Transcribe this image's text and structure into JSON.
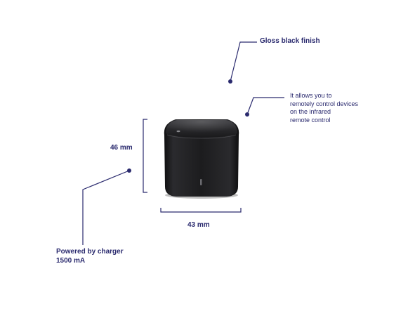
{
  "annotations": {
    "gloss_finish": "Gloss black finish",
    "ir_control": [
      "It allows you to",
      "remotely control devices",
      "on the infrared",
      "remote control"
    ],
    "height": "46 mm",
    "width": "43 mm",
    "power": [
      "Powered by charger",
      "1500 mA"
    ]
  },
  "colors": {
    "accent": "#2a2a6e",
    "device_body": "#1b1b1d",
    "background": "#ffffff"
  },
  "product": {
    "name": "black-cube-ir-remote-icon"
  }
}
